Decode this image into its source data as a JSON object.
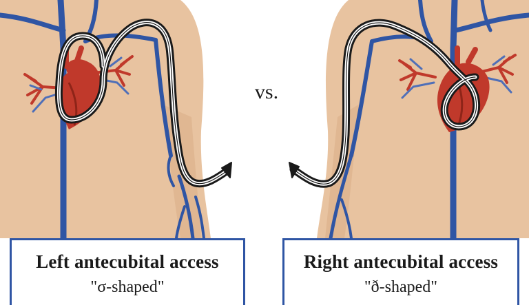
{
  "left_panel": {
    "title": "Left antecubital access",
    "shape": "\"σ-shaped\""
  },
  "right_panel": {
    "title": "Right antecubital access",
    "shape": "\"ð-shaped\""
  },
  "center": {
    "vs": "vs."
  },
  "colors": {
    "skin": "#e8c3a0",
    "skin_shadow": "#d9ad86",
    "vein": "#2f55a4",
    "heart": "#c0392b",
    "heart_dark": "#8e2418",
    "catheter_outer": "#1a1a1a",
    "catheter_inner": "#ffffff",
    "label_border": "#2f55a4"
  }
}
